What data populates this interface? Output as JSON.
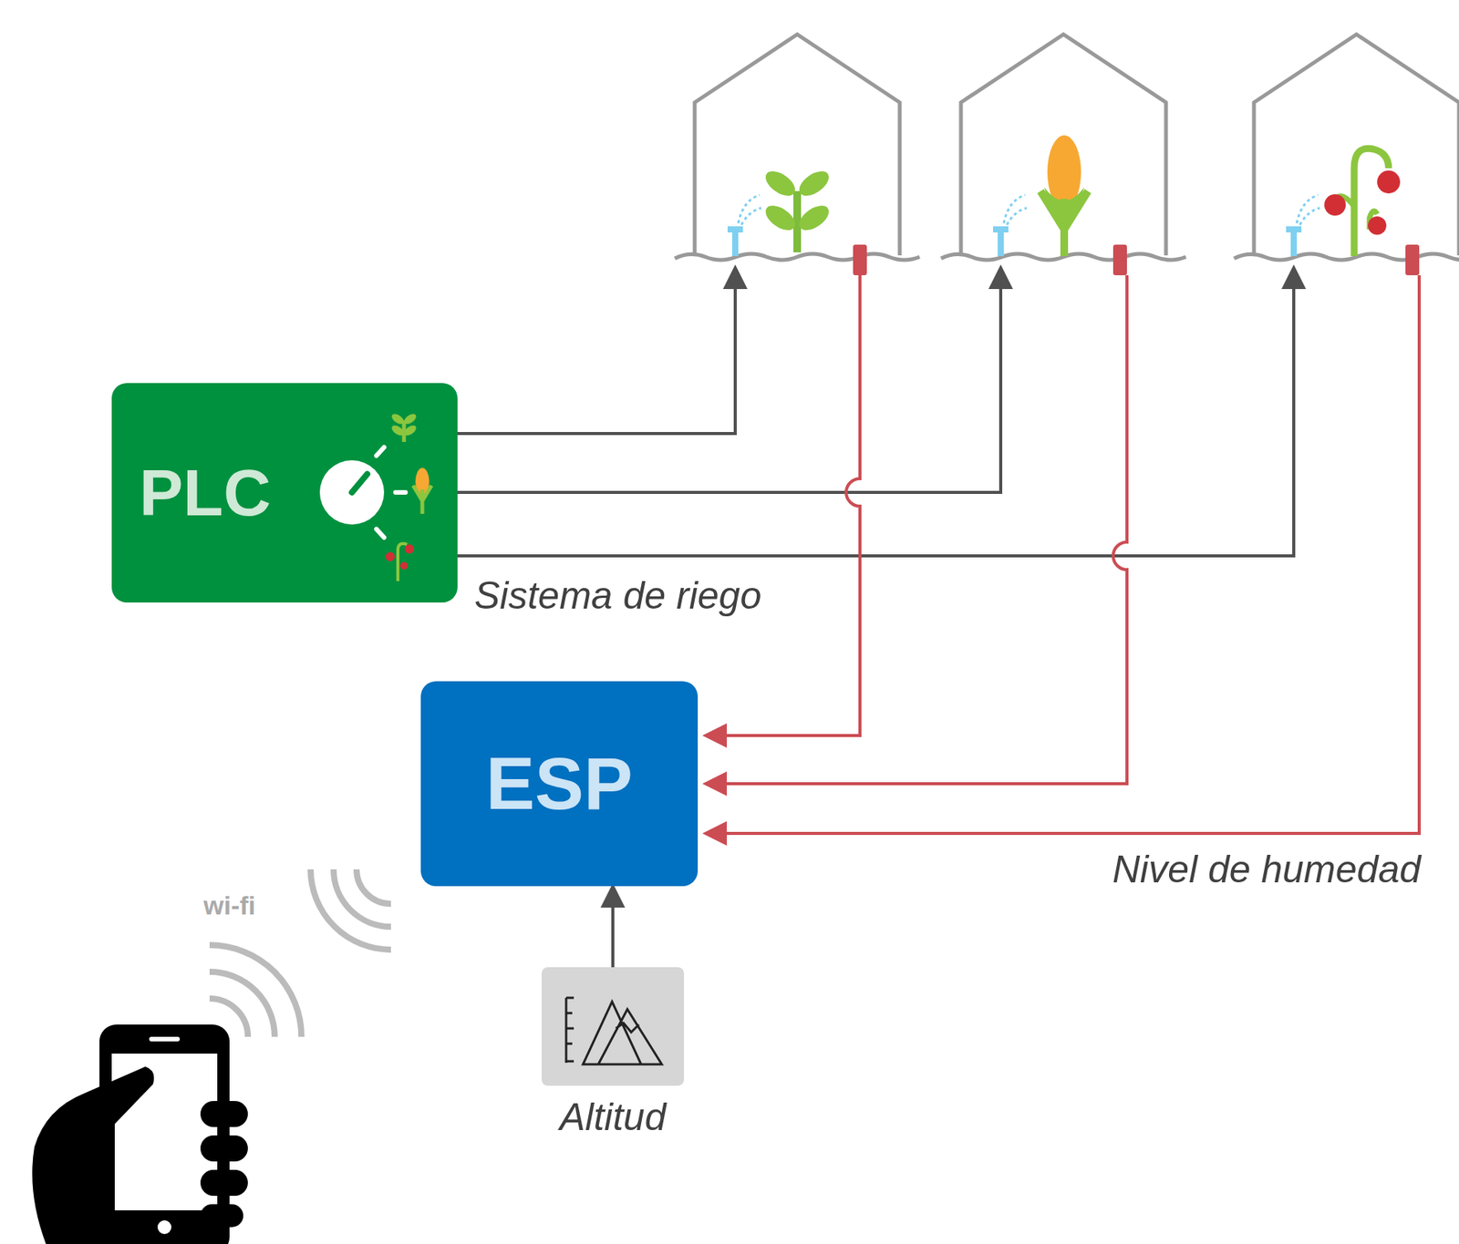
{
  "diagram": {
    "nodes": [
      {
        "text": [
          "PLC"
        ]
      },
      {
        "text": [
          "ESP"
        ]
      },
      {
        "text": [
          "Altitud"
        ]
      }
    ],
    "edges": [
      {
        "from": 2,
        "to": 1,
        "arrow": "to"
      }
    ],
    "labels": [
      "Sistema de riego",
      "Nivel de humedad",
      "wi-fi"
    ]
  }
}
